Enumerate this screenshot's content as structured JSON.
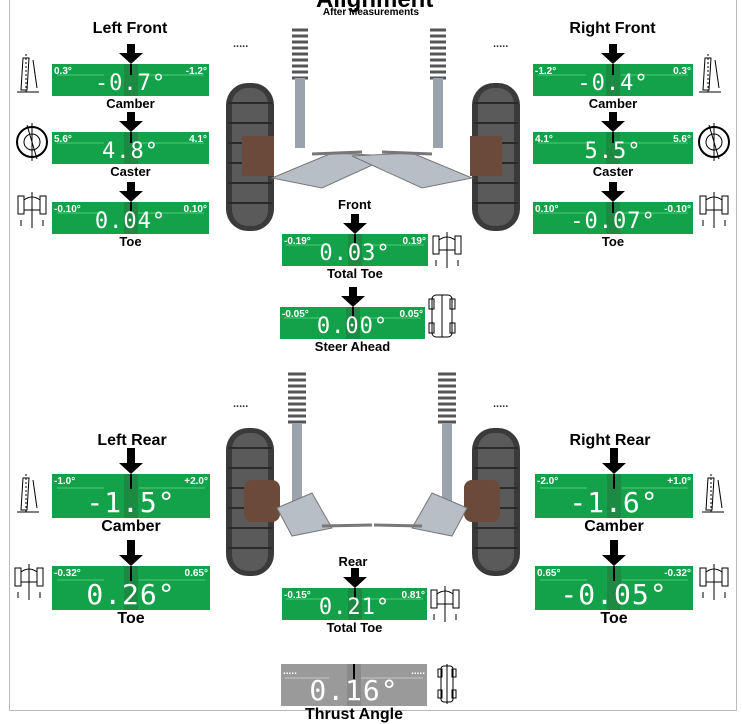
{
  "header": {
    "title": "Alignment",
    "subtitle": "After Measurements"
  },
  "sections": {
    "left_front": "Left Front",
    "right_front": "Right Front",
    "left_rear": "Left Rear",
    "right_rear": "Right Rear",
    "front": "Front",
    "rear": "Rear",
    "dots": "....."
  },
  "colors": {
    "in_spec": "#13a24a",
    "neutral": "#9a9a9a"
  },
  "meters": {
    "lf_camber": {
      "label": "Camber",
      "min": "0.3°",
      "max": "-1.2°",
      "value": "-0.7°",
      "status": "in-spec"
    },
    "lf_caster": {
      "label": "Caster",
      "min": "5.6°",
      "max": "4.1°",
      "value": "4.8°",
      "status": "in-spec"
    },
    "lf_toe": {
      "label": "Toe",
      "min": "-0.10°",
      "max": "0.10°",
      "value": "0.04°",
      "status": "in-spec"
    },
    "rf_camber": {
      "label": "Camber",
      "min": "-1.2°",
      "max": "0.3°",
      "value": "-0.4°",
      "status": "in-spec"
    },
    "rf_caster": {
      "label": "Caster",
      "min": "4.1°",
      "max": "5.6°",
      "value": "5.5°",
      "status": "in-spec"
    },
    "rf_toe": {
      "label": "Toe",
      "min": "0.10°",
      "max": "-0.10°",
      "value": "-0.07°",
      "status": "in-spec"
    },
    "front_total_toe": {
      "label": "Total Toe",
      "min": "-0.19°",
      "max": "0.19°",
      "value": "0.03°",
      "status": "in-spec"
    },
    "steer_ahead": {
      "label": "Steer Ahead",
      "min": "-0.05°",
      "max": "0.05°",
      "value": "0.00°",
      "status": "in-spec"
    },
    "lr_camber": {
      "label": "Camber",
      "min": "-1.0°",
      "max": "+2.0°",
      "value": "-1.5°",
      "status": "in-spec"
    },
    "lr_toe": {
      "label": "Toe",
      "min": "-0.32°",
      "max": "0.65°",
      "value": "0.26°",
      "status": "in-spec"
    },
    "rr_camber": {
      "label": "Camber",
      "min": "-2.0°",
      "max": "+1.0°",
      "value": "-1.6°",
      "status": "in-spec"
    },
    "rr_toe": {
      "label": "Toe",
      "min": "0.65°",
      "max": "-0.32°",
      "value": "-0.05°",
      "status": "in-spec"
    },
    "rear_total_toe": {
      "label": "Total Toe",
      "min": "-0.15°",
      "max": "0.81°",
      "value": "0.21°",
      "status": "in-spec"
    },
    "thrust_angle": {
      "label": "Thrust Angle",
      "min": ".....",
      "max": ".....",
      "value": "0.16°",
      "status": "no-spec"
    }
  },
  "icons": {
    "camber": "camber-icon",
    "caster": "caster-icon",
    "toe": "toe-icon",
    "total_toe": "total-toe-icon",
    "steer_ahead": "steer-ahead-icon",
    "thrust": "thrust-angle-icon",
    "pointer": "pointer-arrow-icon"
  }
}
